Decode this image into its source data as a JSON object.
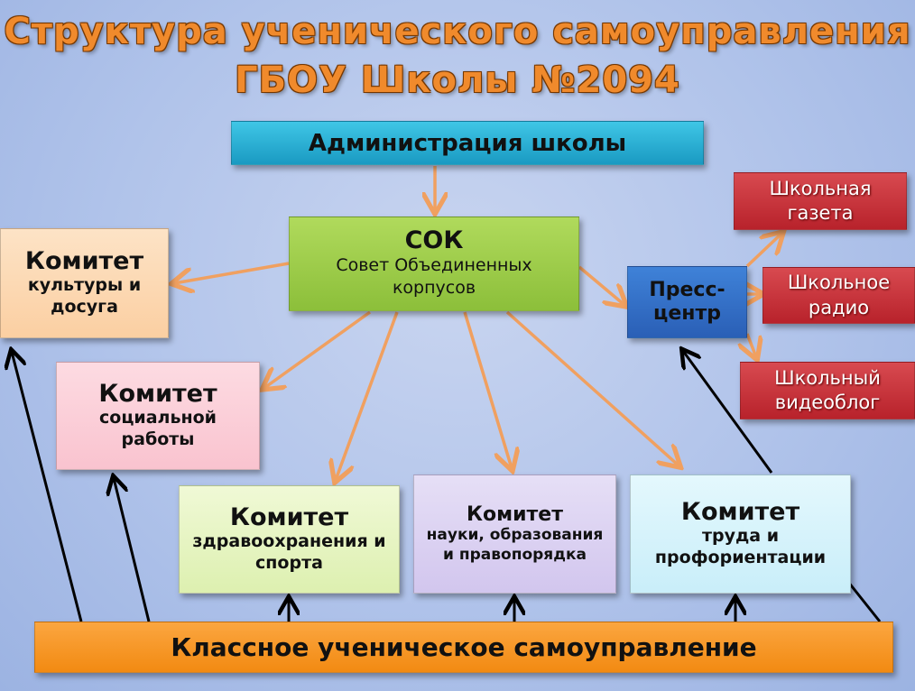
{
  "title": {
    "line1": "Структура ученического самоуправления",
    "line2": "ГБОУ Школы №2094"
  },
  "admin": "Администрация школы",
  "sok": {
    "title": "СОК",
    "subtitle": "Совет Объединенных корпусов"
  },
  "committees": {
    "culture": {
      "title": "Комитет",
      "desc": "культуры и досуга"
    },
    "social": {
      "title": "Комитет",
      "desc": "социальной работы"
    },
    "health": {
      "title": "Комитет",
      "desc": "здравоохранения и спорта"
    },
    "science": {
      "title": "Комитет",
      "desc": "науки, образования и правопорядка"
    },
    "labor": {
      "title": "Комитет",
      "desc": "труда и профориентации"
    }
  },
  "press": "Пресс-центр",
  "media": {
    "newspaper": "Школьная газета",
    "radio": "Школьное радио",
    "vlog": "Школьный видеоблог"
  },
  "bottom": "Классное ученическое самоуправление",
  "colors": {
    "arrow_orange": "#f0a060",
    "arrow_black": "#000000",
    "admin": "#22aad0",
    "sok": "#9ccc48",
    "press": "#2e6cc4",
    "media": "#c8323a",
    "bottom": "#f7931e"
  }
}
